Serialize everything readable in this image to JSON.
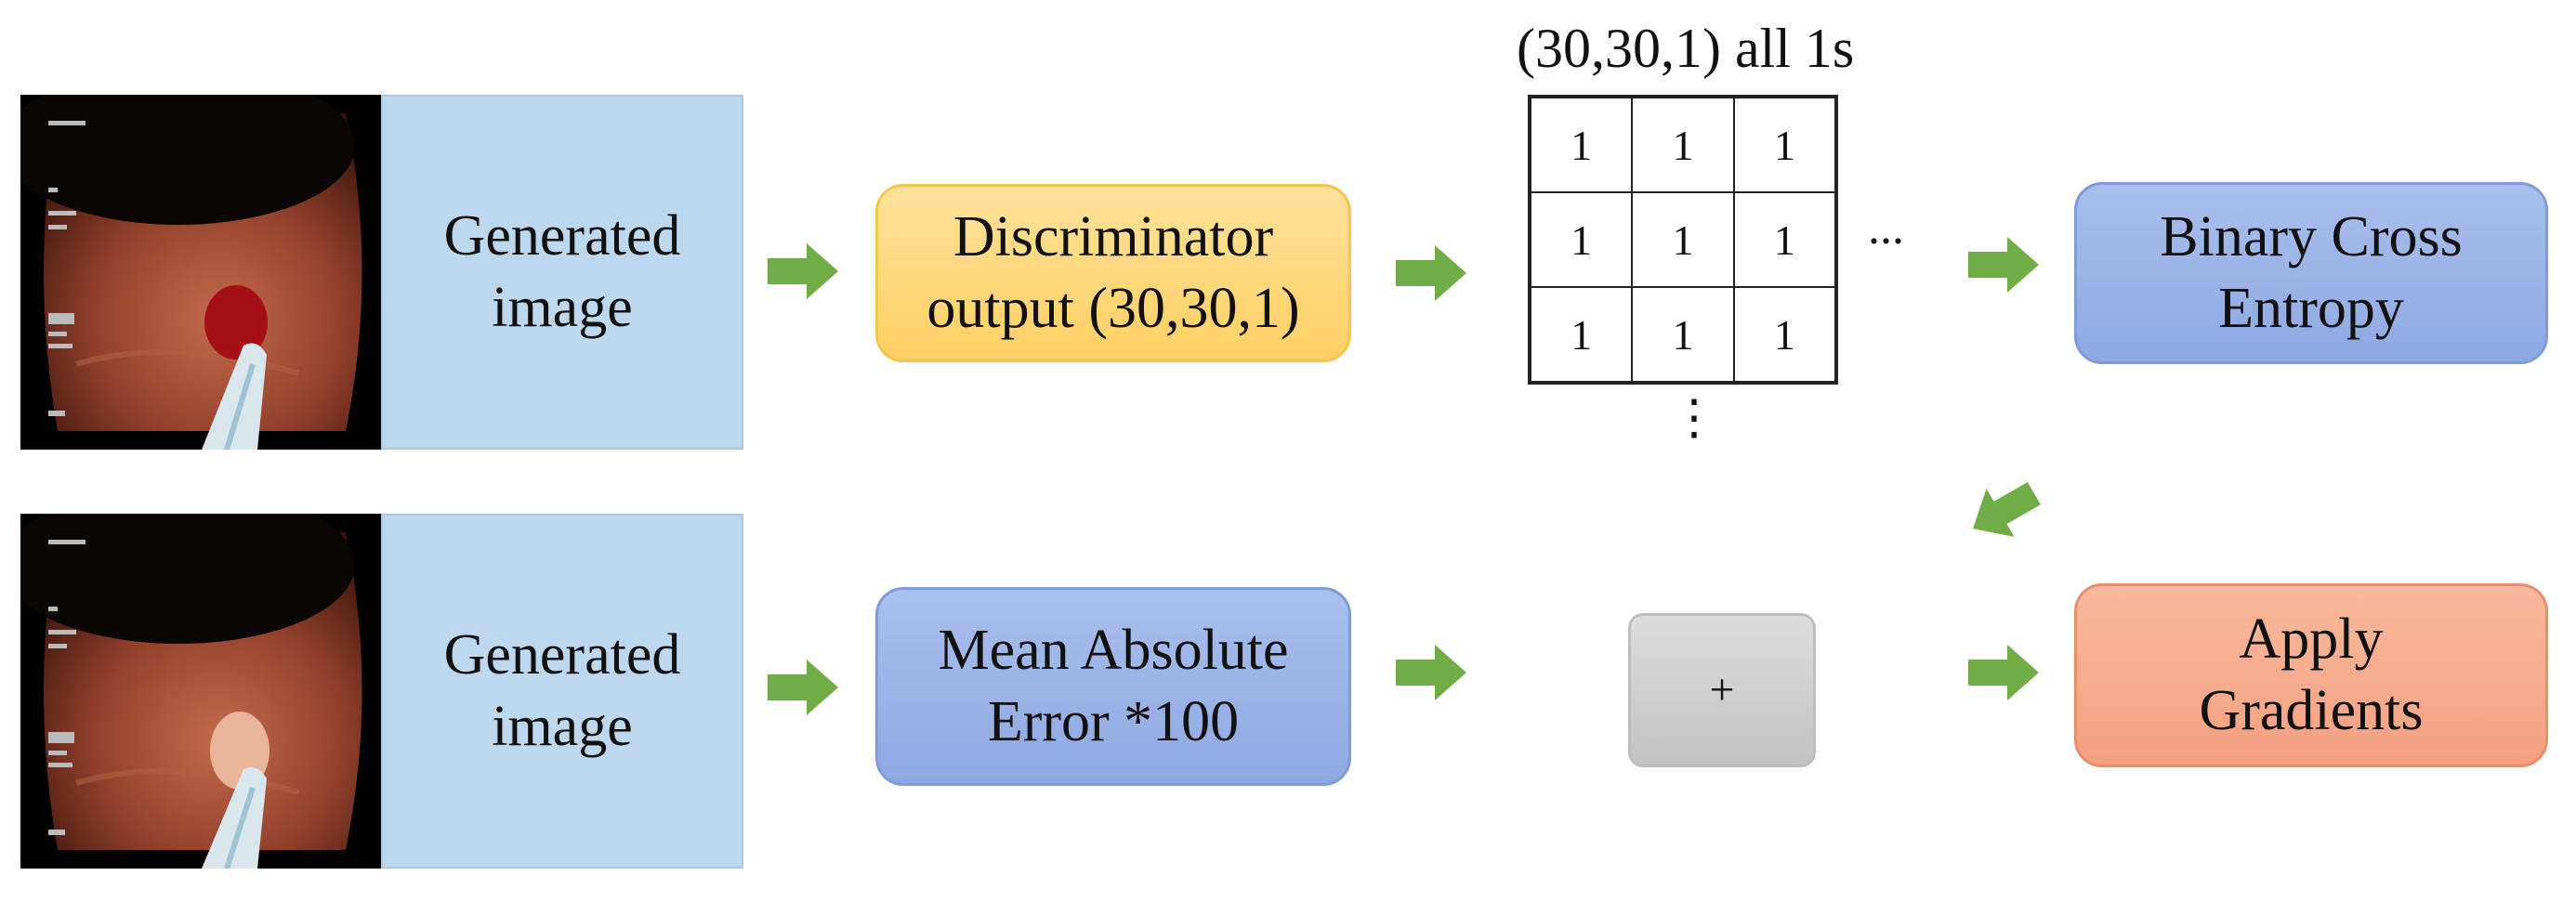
{
  "colors": {
    "label_panel": "#bdd7ee",
    "discriminator_box": "#ffd778",
    "loss_box": "#99b1e6",
    "apply_box": "#f6ad8f",
    "sum_box": "#cfcfcf",
    "arrow": "#70ad47"
  },
  "rows": [
    {
      "image_icon": "endoscopy-polyp-image",
      "label": "Generated\nimage",
      "process_label": "Discriminator\noutput (30,30,1)"
    },
    {
      "image_icon": "endoscopy-polyp-image",
      "label": "Generated\nimage",
      "process_label": "Mean Absolute\nError *100"
    }
  ],
  "target": {
    "caption": "(30,30,1) all 1s",
    "cells": [
      "1",
      "1",
      "1",
      "1",
      "1",
      "1",
      "1",
      "1",
      "1"
    ],
    "ellipsis_right": "...",
    "ellipsis_down": "⋮"
  },
  "bce_label": "Binary Cross\nEntropy",
  "sum_label": "+",
  "apply_label": "Apply\nGradients"
}
